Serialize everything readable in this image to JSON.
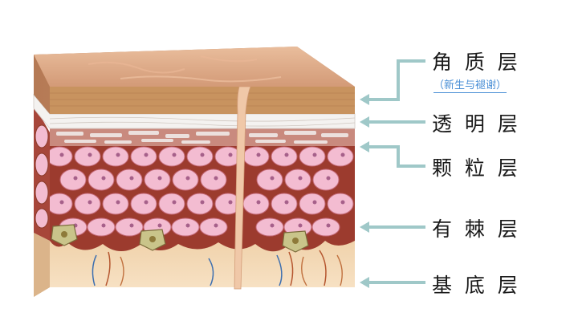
{
  "layers": [
    {
      "id": "corneum",
      "label": "角  质  层",
      "sublabel": "（新生与褪谢）"
    },
    {
      "id": "lucidum",
      "label": "透  明  层"
    },
    {
      "id": "granulosum",
      "label": "颗  粒  层"
    },
    {
      "id": "spinosum",
      "label": "有  棘  层"
    },
    {
      "id": "basale",
      "label": "基  底  层"
    }
  ],
  "colors": {
    "corneum": "#d7a382",
    "lucidum": "#f4f2f0",
    "granulosum": "#c98a7e",
    "spinosum_cell": "#f3bcd1",
    "matrix": "#8a3a2a",
    "base": "#f2d7b4",
    "arrow": "#9fc8c8",
    "sublabel": "#4a8fd6"
  }
}
